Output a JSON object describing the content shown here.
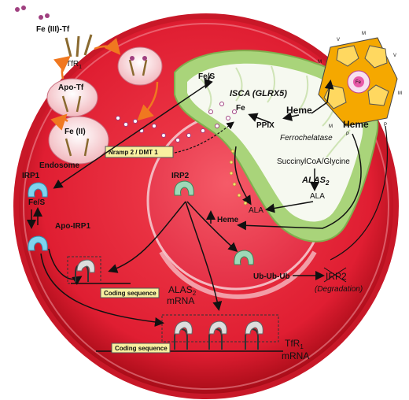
{
  "labels": {
    "fe_tf": "Fe (III)-Tf",
    "tfr1": "TfR",
    "tfr1_sub": "1",
    "apo_tf": "Apo-Tf",
    "fe_ii": "Fe (II)",
    "endosome": "Endosome",
    "nramp": "Nramp 2 / DMT 1",
    "fes_top": "Fe/S",
    "isca": "ISCA (GLRX5)",
    "fe": "Fe",
    "heme_mito": "Heme",
    "ppix": "PPIX",
    "ferrochelatase": "Ferrochelatase",
    "heme_porph": "Heme",
    "porph_fe": "Fe",
    "succ": "SuccinylCoA/Glycine",
    "alas2": "ALAS",
    "alas2_sub": "2",
    "ala_mito": "ALA",
    "ala_cyto": "ALA",
    "heme_cyto": "Heme",
    "irp1": "IRP1",
    "fes_irp1": "Fe/S",
    "apo_irp1": "Apo-IRP1",
    "irp2": "IRP2",
    "ub": "Ub-Ub-Ub",
    "irp2_degr": "IRP2",
    "degradation": "(Degradation)",
    "coding1": "Coding sequence",
    "alas2_mrna": "ALAS",
    "alas2_mrna_sub": "2",
    "mrna1": "mRNA",
    "coding2": "Coding sequence",
    "tfr1_mrna": "TfR",
    "tfr1_mrna_sub": "1",
    "mrna2": "mRNA",
    "porph_v1": "V",
    "porph_v2": "V",
    "porph_m1": "M",
    "porph_m2": "M",
    "porph_m3": "M",
    "porph_m4": "M",
    "porph_p1": "P",
    "porph_p2": "P"
  },
  "colors": {
    "cell": "#e8283c",
    "cell_dark": "#b8101e",
    "nucleus": "#f04a5a",
    "mito_outer": "#b6dd8a",
    "mito_inner": "#f4f8ee",
    "porphyrin": "#f5a800",
    "irp_blue": "#7fd4ee",
    "irp_green": "#9ed8b8",
    "box_yellow": "#f8f0a0"
  }
}
